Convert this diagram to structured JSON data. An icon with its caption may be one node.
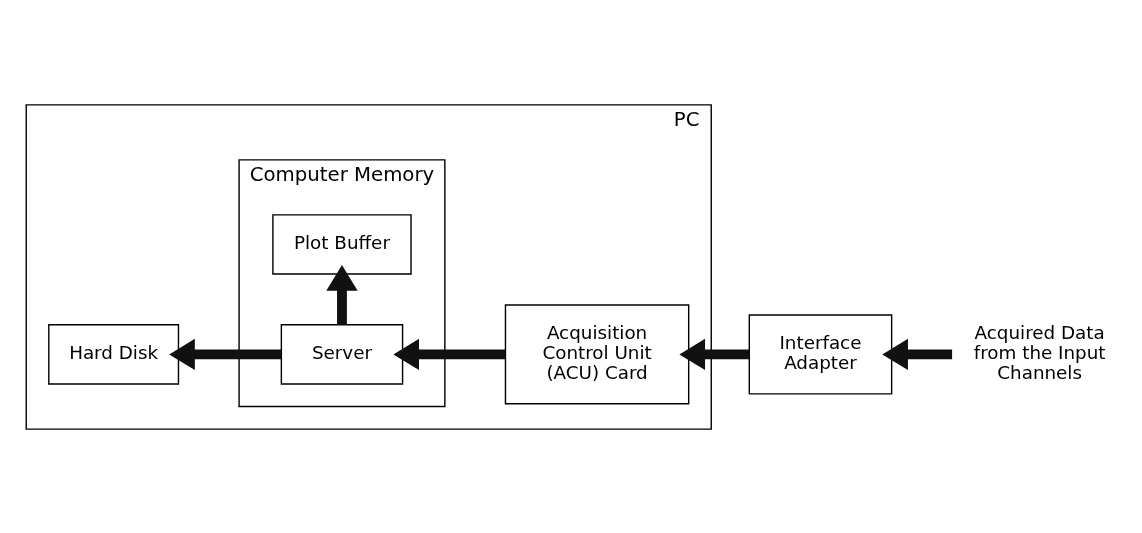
{
  "diagram": {
    "nodes": [
      {
        "text": [
          "PC"
        ]
      },
      {
        "text": [
          "Computer Memory"
        ],
        "in": 0
      },
      {
        "text": [
          "Hard Disk"
        ],
        "in": 0
      },
      {
        "text": [
          "Server"
        ],
        "in": 1
      },
      {
        "text": [
          "Plot Buffer"
        ],
        "in": 1
      },
      {
        "text": [
          "Acquisition Control Unit (ACU) Card"
        ],
        "in": 0
      },
      {
        "text": [
          "Interface Adapter"
        ]
      },
      {
        "text": [
          "Acquired Data from the Input Channels"
        ]
      }
    ],
    "edges": [
      {
        "from": 7,
        "to": 6,
        "arrow": "to"
      },
      {
        "from": 6,
        "to": 5,
        "arrow": "to"
      },
      {
        "from": 5,
        "to": 3,
        "arrow": "to"
      },
      {
        "from": 3,
        "to": 2,
        "arrow": "to"
      },
      {
        "from": 3,
        "to": 4,
        "arrow": "to"
      }
    ]
  }
}
